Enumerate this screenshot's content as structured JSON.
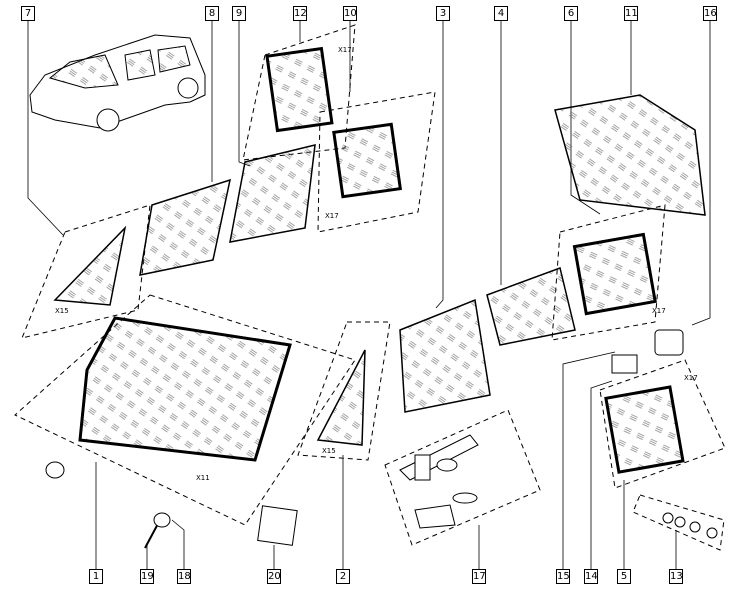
{
  "title": "Vehicle glazing parts exploded diagram",
  "callouts_top": [
    "7",
    "8",
    "9",
    "12",
    "10",
    "3",
    "4",
    "6",
    "11",
    "16"
  ],
  "callouts_bottom": [
    "1",
    "19",
    "18",
    "20",
    "2",
    "17",
    "15",
    "14",
    "5",
    "13"
  ],
  "quantities": {
    "q7": "X15",
    "q12": "X17",
    "q10": "X17",
    "q6": "X17",
    "q1": "X11",
    "q2": "X15",
    "q5": "X17"
  },
  "colors": {
    "line": "#000000",
    "background": "#ffffff",
    "hatch": "#555555"
  }
}
